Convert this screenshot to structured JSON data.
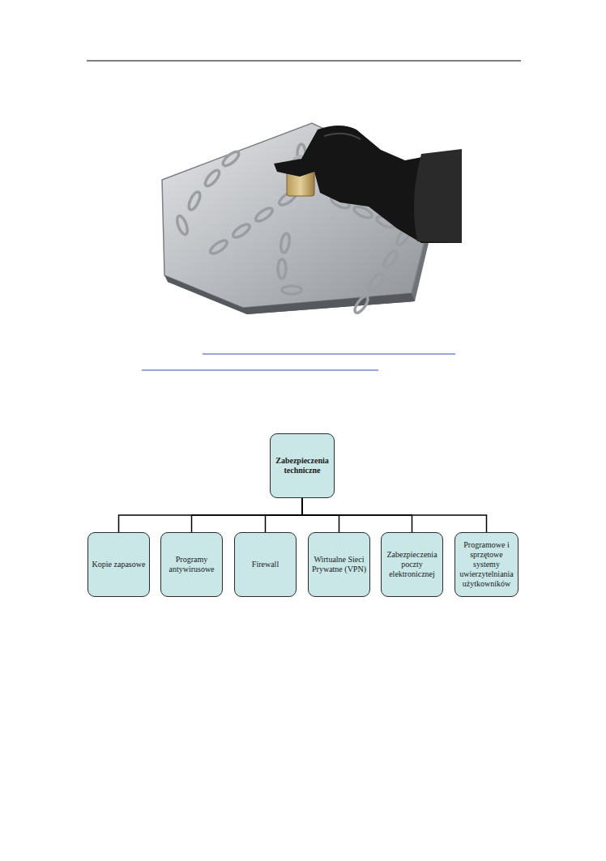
{
  "diagram": {
    "nodes": [
      {
        "text": [
          "Zabezpieczenia techniczne"
        ]
      },
      {
        "text": [
          "Kopie zapasowe"
        ]
      },
      {
        "text": [
          "Programy antywirusowe"
        ]
      },
      {
        "text": [
          "Firewall"
        ]
      },
      {
        "text": [
          "Wirtualne Sieci Prywatne (VPN)"
        ]
      },
      {
        "text": [
          "Zabezpieczenia poczty elektronicznej"
        ]
      },
      {
        "text": [
          "Programowe i sprzętowe systemy uwierzytelniania użytkowników"
        ]
      }
    ],
    "edges": [
      {
        "from": 0,
        "to": 1,
        "arrow": "none"
      },
      {
        "from": 0,
        "to": 2,
        "arrow": "none"
      },
      {
        "from": 0,
        "to": 3,
        "arrow": "none"
      },
      {
        "from": 0,
        "to": 4,
        "arrow": "none"
      },
      {
        "from": 0,
        "to": 5,
        "arrow": "none"
      },
      {
        "from": 0,
        "to": 6,
        "arrow": "none"
      }
    ]
  }
}
